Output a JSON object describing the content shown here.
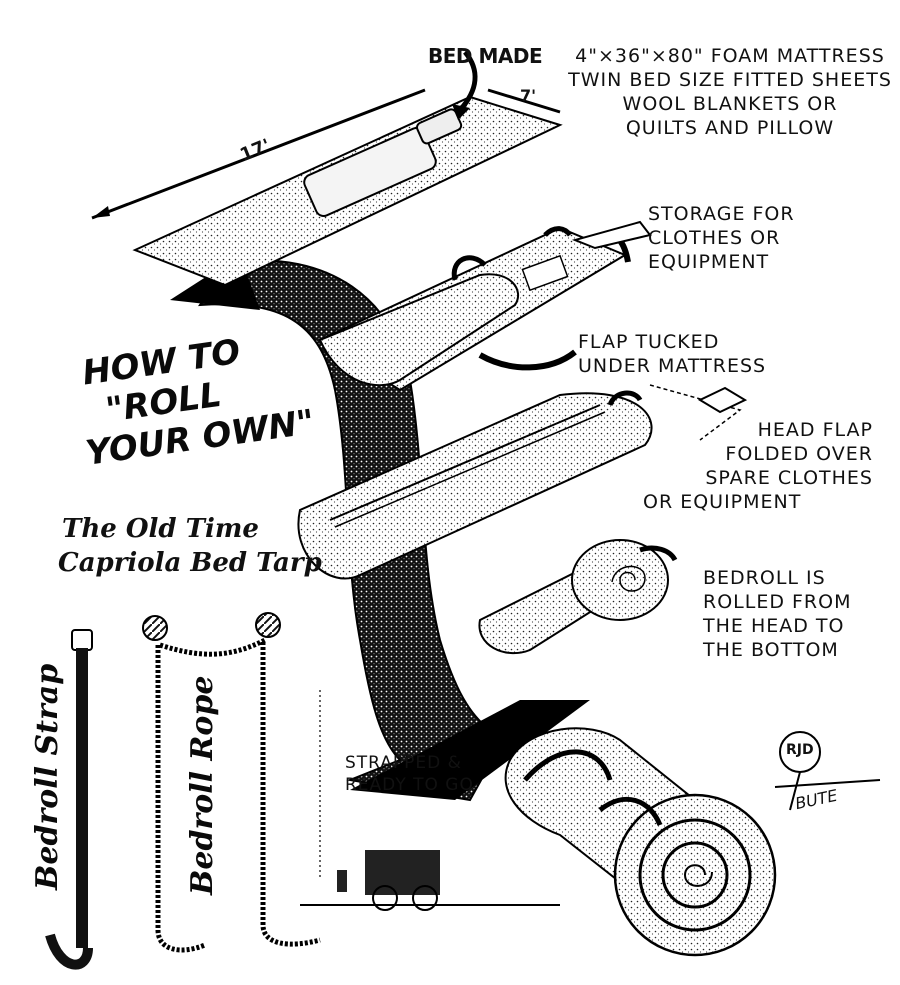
{
  "diagram": {
    "title_lines": [
      "HOW TO",
      "\"ROLL",
      "YOUR OWN\""
    ],
    "subtitle_lines": [
      "The Old Time",
      "Capriola Bed Tarp"
    ],
    "dimensions": {
      "length": "17'",
      "width": "7'"
    },
    "steps": [
      {
        "id": "bed-made",
        "heading": "BED MADE",
        "lines": [
          "4\"×36\"×80\" FOAM MATTRESS",
          "TWIN BED SIZE FITTED SHEETS",
          "WOOL BLANKETS OR",
          "QUILTS AND PILLOW"
        ]
      },
      {
        "id": "storage",
        "lines": [
          "STORAGE FOR",
          "CLOTHES OR",
          "EQUIPMENT"
        ]
      },
      {
        "id": "flap-tucked",
        "lines": [
          "FLAP TUCKED",
          "UNDER MATTRESS"
        ]
      },
      {
        "id": "head-flap",
        "lines": [
          "HEAD FLAP",
          "FOLDED OVER",
          "SPARE CLOTHES",
          "OR EQUIPMENT"
        ]
      },
      {
        "id": "rolled",
        "lines": [
          "BEDROLL IS",
          "ROLLED FROM",
          "THE HEAD TO",
          "THE BOTTOM"
        ]
      },
      {
        "id": "strapped",
        "lines": [
          "STRAPPED &",
          "READY TO GO"
        ]
      }
    ],
    "accessories": [
      {
        "id": "strap",
        "label": "Bedroll Strap"
      },
      {
        "id": "rope",
        "label": "Bedroll Rope"
      }
    ],
    "signature": {
      "monogram": "RJD",
      "name": "BUTE"
    }
  }
}
